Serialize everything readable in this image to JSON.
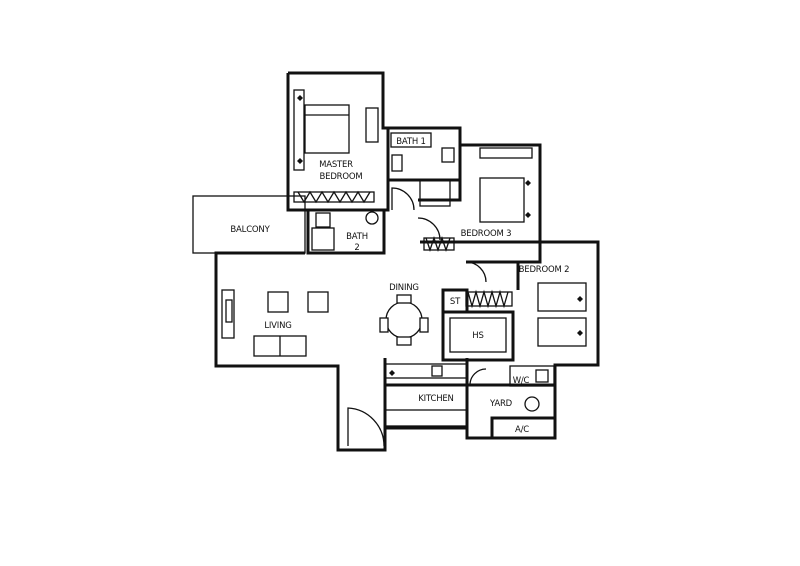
{
  "plan": {
    "rooms": {
      "master_bedroom": [
        "MASTER",
        "BEDROOM"
      ],
      "bath1": "BATH 1",
      "bath2": [
        "BATH",
        "2"
      ],
      "balcony": "BALCONY",
      "bedroom3": "BEDROOM 3",
      "bedroom2": "BEDROOM 2",
      "dining": "DINING",
      "living": "LIVING",
      "st": "ST",
      "hs": "HS",
      "wc": "W/C",
      "kitchen": "KITCHEN",
      "yard": "YARD",
      "ac": "A/C"
    }
  }
}
